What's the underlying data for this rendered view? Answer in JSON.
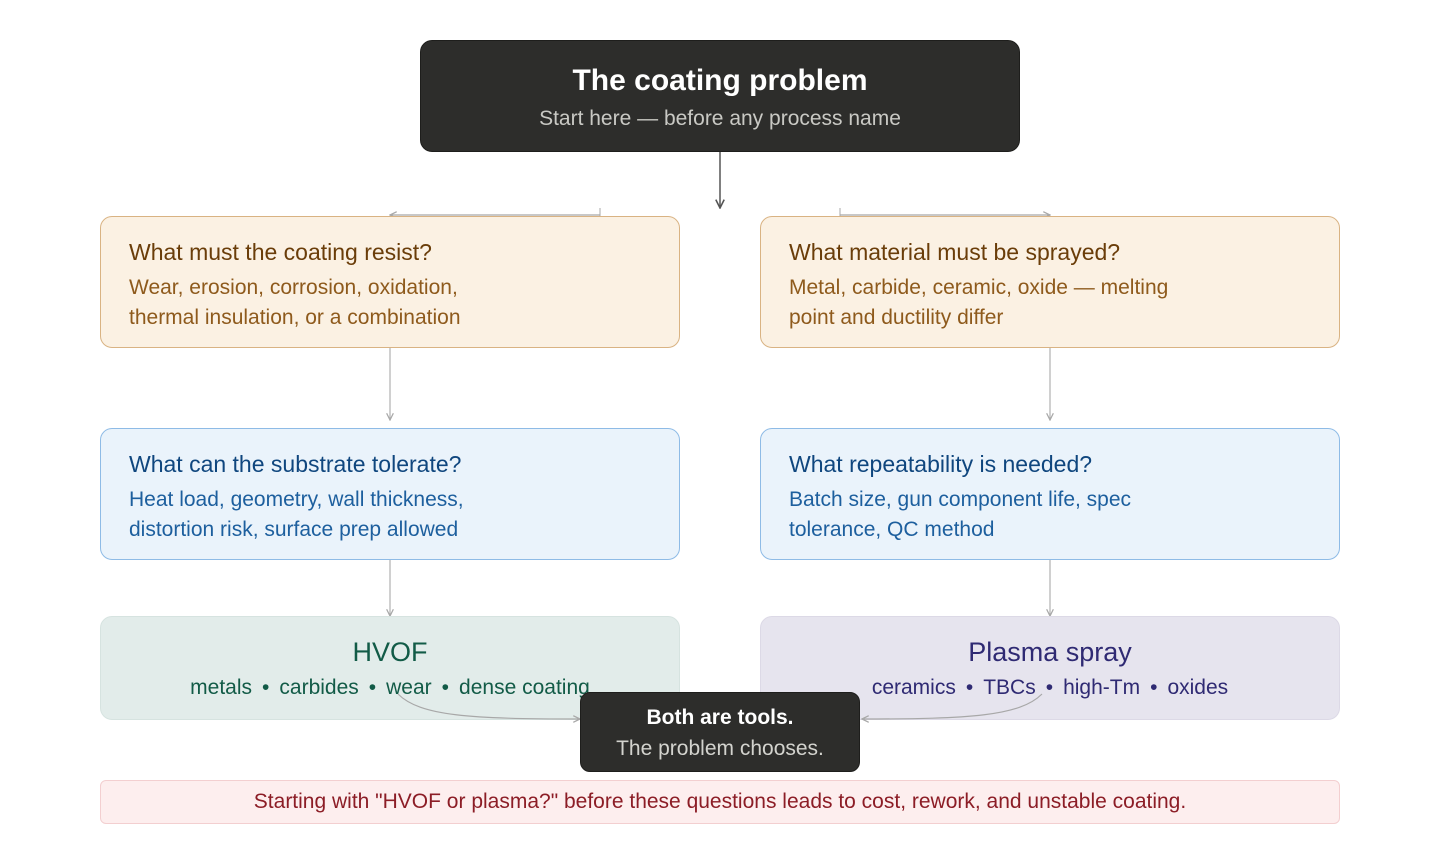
{
  "root": {
    "title": "The coating problem",
    "subtitle": "Start here — before any process name"
  },
  "questions": {
    "resist": {
      "title": "What must the coating resist?",
      "body": "Wear, erosion, corrosion, oxidation, thermal insulation, or a combination"
    },
    "material": {
      "title": "What material must be sprayed?",
      "body": "Metal, carbide, ceramic, oxide — melting point and ductility differ"
    },
    "substrate": {
      "title": "What can the substrate tolerate?",
      "body": "Heat load, geometry, wall thickness, distortion risk, surface prep allowed"
    },
    "repeatability": {
      "title": "What repeatability is needed?",
      "body": "Batch size, gun component life, spec tolerance, QC method"
    }
  },
  "processes": {
    "hvof": {
      "title": "HVOF",
      "tags": [
        "metals",
        "carbides",
        "wear",
        "dense coating"
      ]
    },
    "plasma": {
      "title": "Plasma spray",
      "tags": [
        "ceramics",
        "TBCs",
        "high-Tm",
        "oxides"
      ]
    }
  },
  "conclusion": {
    "title": "Both are tools.",
    "subtitle": "The problem chooses."
  },
  "warning": {
    "text": "Starting with \"HVOF or plasma?\" before these questions leads to cost, rework, and unstable coating."
  },
  "separator": "•",
  "colors": {
    "dark": "#2d2d2b",
    "amber": "#fbf1e3",
    "blue": "#eaf3fb",
    "hvof": "#e2ecea",
    "plasma": "#e6e4ee",
    "warning": "#8c1d26"
  }
}
